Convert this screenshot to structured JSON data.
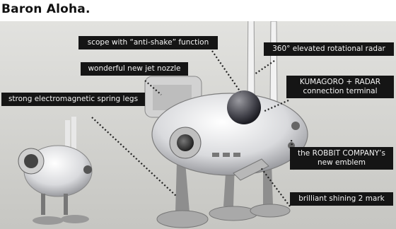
{
  "header": {
    "title": "Baron Aloha."
  },
  "callouts": {
    "scope": "scope with “anti-shake” function",
    "radar": "360° elevated rotational radar",
    "jet": "wonderful new jet nozzle",
    "terminal_line1": "KUMAGORO + RADAR",
    "terminal_line2": "connection terminal",
    "legs": "strong electromagnetic spring legs",
    "emblem_line1": "the ROBBIT COMPANY’s",
    "emblem_line2": "new emblem",
    "mark": "brilliant shining 2 mark"
  },
  "colors": {
    "label_bg": "#151515",
    "label_text": "#f4f4f4",
    "background": "#d6d6d2"
  }
}
